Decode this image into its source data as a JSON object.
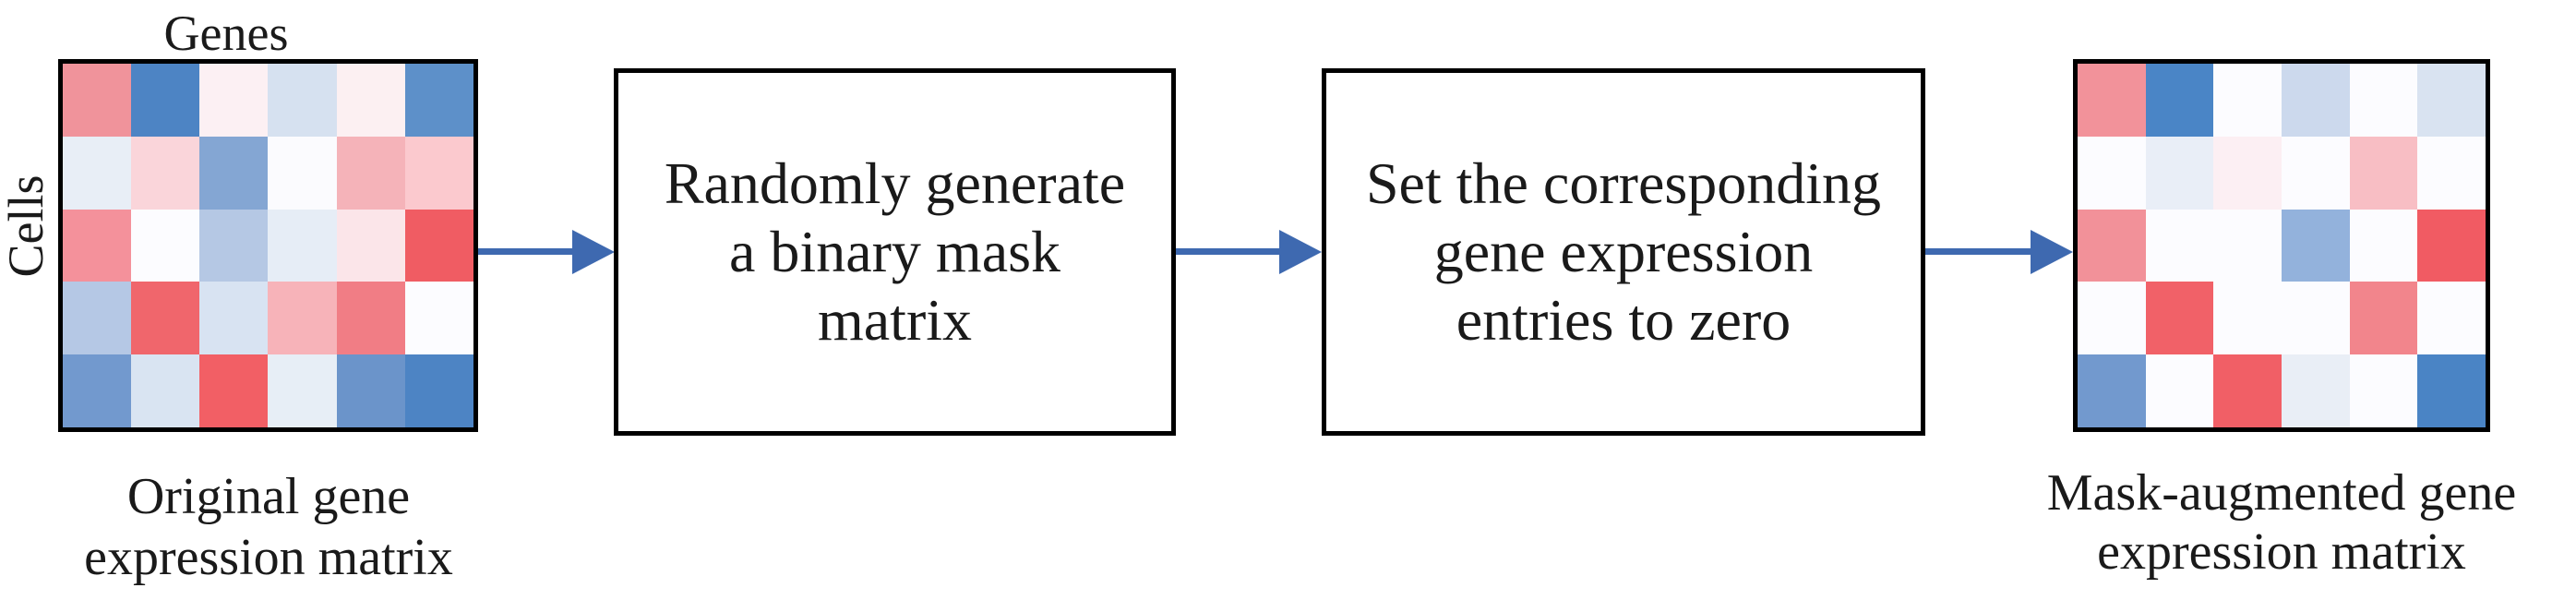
{
  "figure": {
    "background": "#FFFFFF",
    "text_color": "#1A1A1A",
    "box_border_color": "#000000",
    "arrow_color": "#3E69B0"
  },
  "left_matrix": {
    "top_label": "Genes",
    "side_label": "Cells",
    "caption": [
      "Original gene",
      "expression matrix"
    ],
    "rows": [
      [
        "#F0939B",
        "#4D84C4",
        "#FCF0F3",
        "#D6E1F0",
        "#FCF0F2",
        "#5D90C9"
      ],
      [
        "#E8EEF6",
        "#FAD5DA",
        "#84A6D3",
        "#FBFBFE",
        "#F5B3B9",
        "#FBC9CE"
      ],
      [
        "#F4919B",
        "#FCFCFF",
        "#B5C8E4",
        "#E6EDF6",
        "#FBE5E9",
        "#F05C63"
      ],
      [
        "#B5C8E5",
        "#F0666C",
        "#D8E3F2",
        "#F7B3B9",
        "#F17D85",
        "#FCFCFF"
      ],
      [
        "#7299CE",
        "#D9E4F2",
        "#F25F65",
        "#E7EEF6",
        "#6B94CA",
        "#4D84C4"
      ]
    ]
  },
  "steps": [
    {
      "lines": [
        "Randomly generate",
        "a binary mask",
        "matrix"
      ]
    },
    {
      "lines": [
        "Set the corresponding",
        "gene expression",
        "entries to zero"
      ]
    }
  ],
  "right_matrix": {
    "caption": [
      "Mask-augmented gene",
      "expression matrix"
    ],
    "rows": [
      [
        "#F2929A",
        "#4A85C6",
        "#FCFCFF",
        "#CCD9ED",
        "#FCFCFF",
        "#D9E3F1"
      ],
      [
        "#FCFCFF",
        "#E9EEF7",
        "#FCEFF3",
        "#FCFCFF",
        "#F8BEC4",
        "#FCFCFF"
      ],
      [
        "#F29199",
        "#FCFCFF",
        "#FCFCFF",
        "#93B2DC",
        "#FCFCFF",
        "#F15B63"
      ],
      [
        "#FCFCFF",
        "#F16168",
        "#FCFCFF",
        "#FCFCFF",
        "#F2858C",
        "#FCFCFF"
      ],
      [
        "#7299CE",
        "#FCFCFF",
        "#F15F66",
        "#E9EEF6",
        "#FCFCFF",
        "#4A84C5"
      ]
    ]
  }
}
